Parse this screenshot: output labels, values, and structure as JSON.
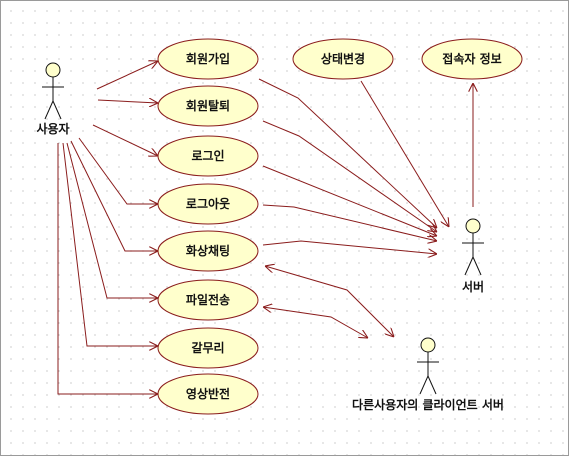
{
  "colors": {
    "node_fill": "#ffffcc",
    "node_stroke": "#8a1c1c",
    "edge": "#8a1c1c",
    "actor_stroke": "#111111",
    "text": "#111111"
  },
  "actors": [
    {
      "id": "user",
      "label": "사용자"
    },
    {
      "id": "server",
      "label": "서버"
    },
    {
      "id": "other",
      "label": "다른사용자의 클라이언트 서버"
    }
  ],
  "use_cases": [
    {
      "id": "join",
      "label": "회원가입"
    },
    {
      "id": "leave",
      "label": "회원탈퇴"
    },
    {
      "id": "login",
      "label": "로그인"
    },
    {
      "id": "logout",
      "label": "로그아웃"
    },
    {
      "id": "chat",
      "label": "화상채팅"
    },
    {
      "id": "file",
      "label": "파일전송"
    },
    {
      "id": "quit",
      "label": "갈무리"
    },
    {
      "id": "flip",
      "label": "영상반전"
    },
    {
      "id": "status",
      "label": "상태변경"
    },
    {
      "id": "info",
      "label": "접속자 정보"
    }
  ],
  "associations": [
    {
      "from": "user",
      "to": "join"
    },
    {
      "from": "user",
      "to": "leave"
    },
    {
      "from": "user",
      "to": "login"
    },
    {
      "from": "user",
      "to": "logout"
    },
    {
      "from": "user",
      "to": "chat"
    },
    {
      "from": "user",
      "to": "file"
    },
    {
      "from": "user",
      "to": "quit"
    },
    {
      "from": "user",
      "to": "flip"
    },
    {
      "from": "join",
      "to": "server"
    },
    {
      "from": "leave",
      "to": "server"
    },
    {
      "from": "login",
      "to": "server"
    },
    {
      "from": "logout",
      "to": "server"
    },
    {
      "from": "chat",
      "to": "server"
    },
    {
      "from": "status",
      "to": "server"
    },
    {
      "from": "server",
      "to": "info"
    },
    {
      "from": "chat",
      "to": "other",
      "bidirectional": true
    },
    {
      "from": "file",
      "to": "other",
      "bidirectional": true
    }
  ]
}
